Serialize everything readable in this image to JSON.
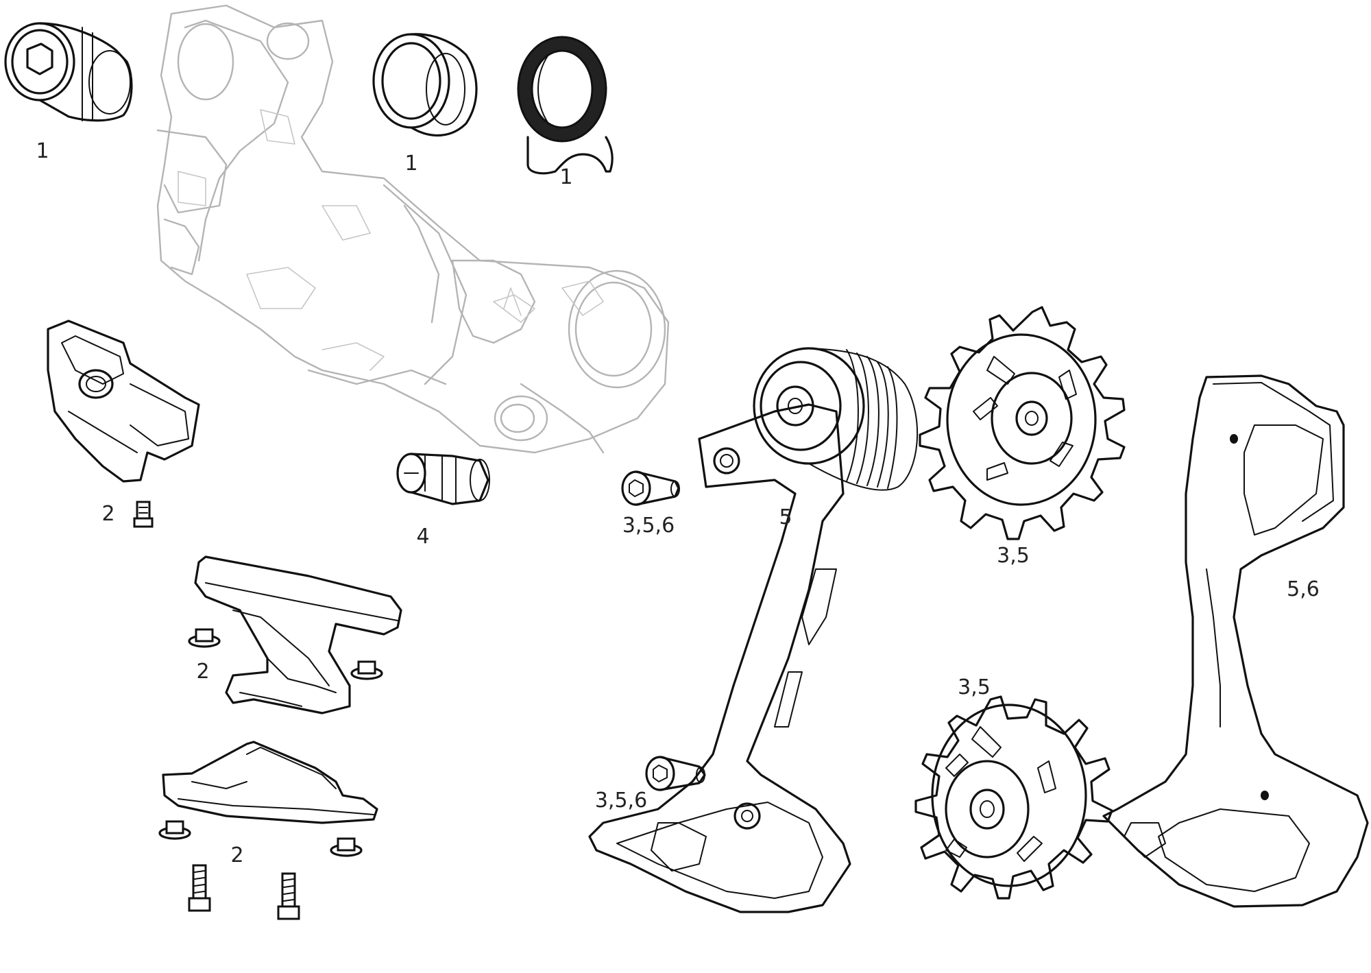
{
  "callouts": {
    "bolt_top_left": "1",
    "bushing_top": "1",
    "seal_top": "1",
    "b_knuckle_guard": "2",
    "b_adjust_pin": "4",
    "cage_bolt_upper": "3,5,6",
    "cage_assembly": "5",
    "upper_pulley": "3,5",
    "outer_cage_plate": "5,6",
    "skid_plate_upper": "2",
    "lower_pulley": "3,5",
    "skid_plate_lower": "2",
    "cage_bolt_lower": "3,5,6"
  }
}
